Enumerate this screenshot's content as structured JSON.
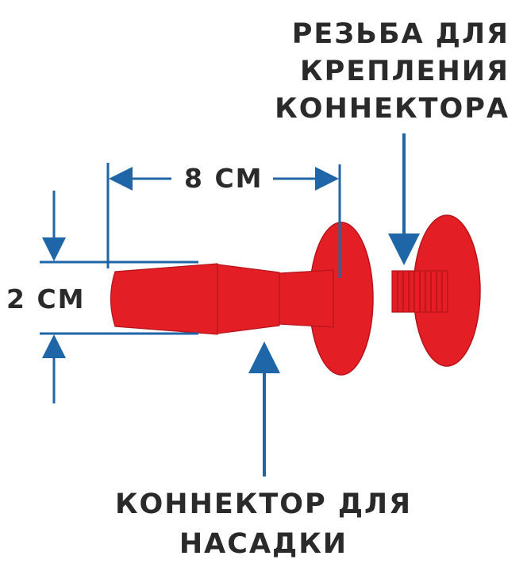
{
  "labels": {
    "thread": [
      "РЕЗЬБА ДЛЯ",
      "КРЕПЛЕНИЯ",
      "КОННЕКТОРА"
    ],
    "connector": [
      "КОННЕКТОР ДЛЯ",
      "НАСАДКИ"
    ],
    "length": "8 СМ",
    "diameter": "2 СМ"
  },
  "colors": {
    "part": "#e31e24",
    "part_edge": "#b5141a",
    "arrow": "#1f66a8",
    "text": "#2a2a2a"
  }
}
